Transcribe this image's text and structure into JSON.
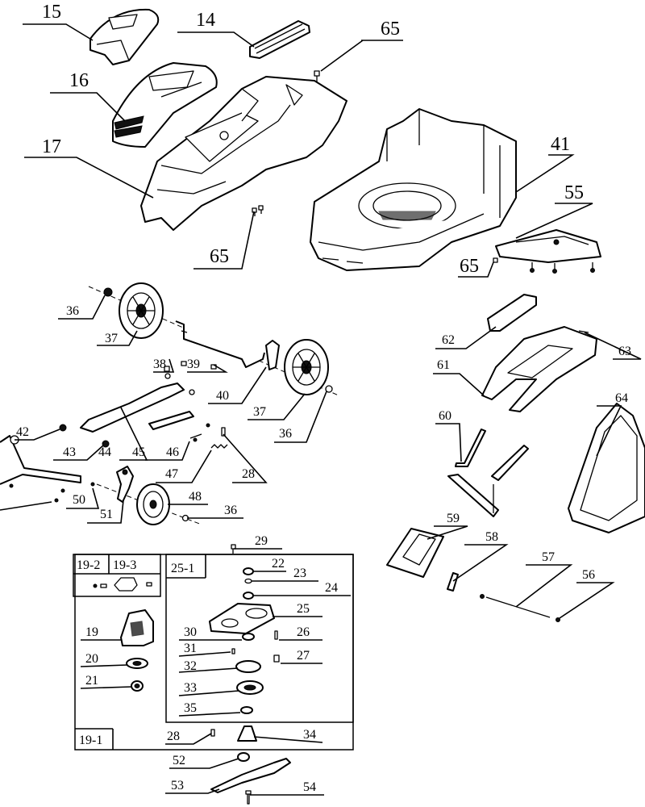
{
  "callouts": {
    "p15": "15",
    "p14": "14",
    "p65a": "65",
    "p16": "16",
    "p17": "17",
    "p65b": "65",
    "p41": "41",
    "p55": "55",
    "p65c": "65",
    "p36a": "36",
    "p37a": "37",
    "p38": "38",
    "p39": "39",
    "p40": "40",
    "p37b": "37",
    "p36b": "36",
    "p42": "42",
    "p43": "43",
    "p44": "44",
    "p45": "45",
    "p46": "46",
    "p47": "47",
    "p28a": "28",
    "p50": "50",
    "p51": "51",
    "p48": "48",
    "p36c": "36",
    "p62": "62",
    "p63": "63",
    "p61": "61",
    "p64": "64",
    "p60": "60",
    "p59": "59",
    "p58": "58",
    "p57": "57",
    "p56": "56",
    "p29": "29",
    "p22": "22",
    "p23": "23",
    "p24": "24",
    "p25": "25",
    "p26": "26",
    "p27": "27",
    "p30": "30",
    "p31": "31",
    "p32": "32",
    "p33": "33",
    "p35": "35",
    "p19": "19",
    "p20": "20",
    "p21": "21",
    "p28b": "28",
    "p34": "34",
    "p52": "52",
    "p53": "53",
    "p54": "54"
  },
  "groups": {
    "g19_2": "19-2",
    "g19_3": "19-3",
    "g25_1": "25-1",
    "g19_1": "19-1"
  }
}
